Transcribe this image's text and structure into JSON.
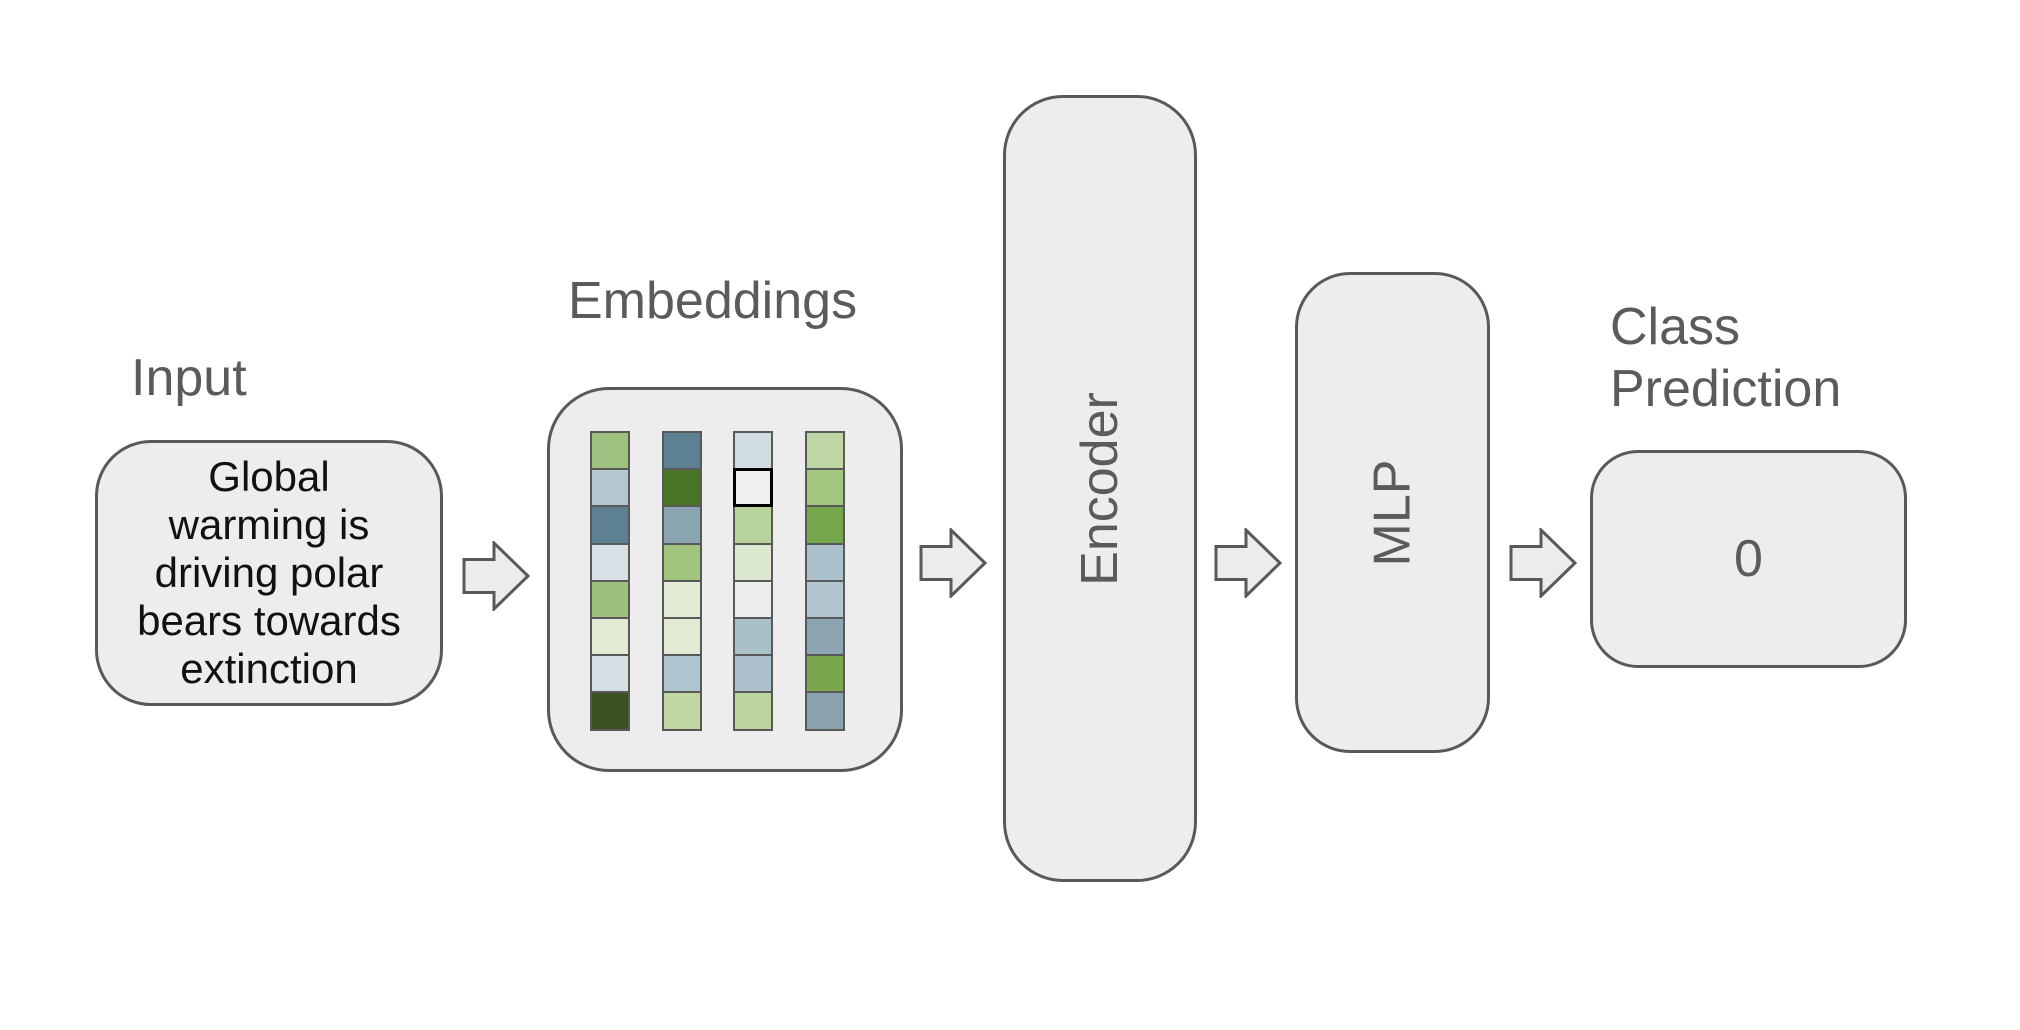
{
  "diagram": {
    "input": {
      "label": "Input",
      "lines": [
        "Global",
        "warming is",
        "driving polar",
        "bears towards",
        "extinction"
      ]
    },
    "embeddings": {
      "label": "Embeddings",
      "columns": [
        [
          "#9ec17f",
          "#b5c8d0",
          "#5d8092",
          "#d7e0e4",
          "#9dc17d",
          "#e1ead5",
          "#d6dfe3",
          "#3a5220"
        ],
        [
          "#5d8093",
          "#4a7426",
          "#8ba5b3",
          "#a1c47f",
          "#e2ecd6",
          "#e1ebd4",
          "#aec4ce",
          "#c0d7a4"
        ],
        [
          "#cfdde1",
          "#efefed",
          "#b7d29b",
          "#dde8d0",
          "#ebeeea",
          "#a9c0c9",
          "#abc0ca",
          "#bdd5a0"
        ],
        [
          "#bed6a4",
          "#a3c67f",
          "#77a74c",
          "#abc2cc",
          "#b2c6cf",
          "#8da4b2",
          "#7ba64e",
          "#8aa2b0"
        ]
      ],
      "highlighted_cell": {
        "col": 2,
        "row": 1
      }
    },
    "encoder": {
      "label": "Encoder"
    },
    "mlp": {
      "label": "MLP"
    },
    "class_prediction": {
      "label_line1": "Class",
      "label_line2": "Prediction",
      "value": "0"
    }
  },
  "colors": {
    "background": "#ffffff",
    "box_fill": "#ededed",
    "box_border": "#595959",
    "label_text": "#5b5b5b",
    "input_text": "#111111",
    "arrow_fill": "#ececec",
    "highlight_border": "#000000"
  }
}
